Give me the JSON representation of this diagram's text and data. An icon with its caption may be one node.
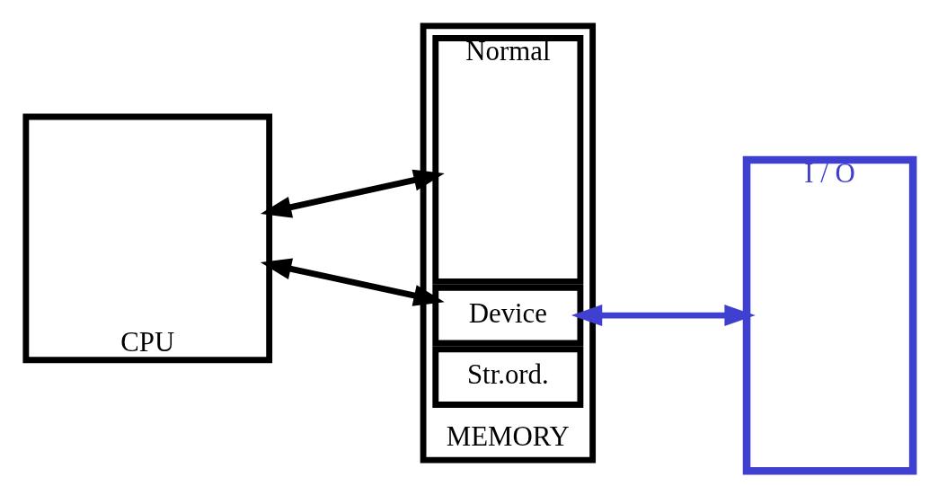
{
  "diagram": {
    "nodes": [
      {
        "text": [
          "CPU"
        ]
      },
      {
        "text": [
          "MEMORY"
        ]
      },
      {
        "text": [
          "Str.ord."
        ],
        "in": 1
      },
      {
        "text": [
          "Device"
        ],
        "in": 1
      },
      {
        "text": [
          "Normal"
        ],
        "in": 1
      },
      {
        "text": [
          "I / O"
        ]
      }
    ],
    "edges": [
      {
        "from": 0,
        "to": 3,
        "arrow": "both"
      },
      {
        "from": 0,
        "to": 4,
        "arrow": "both"
      },
      {
        "from": 3,
        "to": 5,
        "arrow": "both",
        "color": "#4040d0"
      }
    ]
  }
}
